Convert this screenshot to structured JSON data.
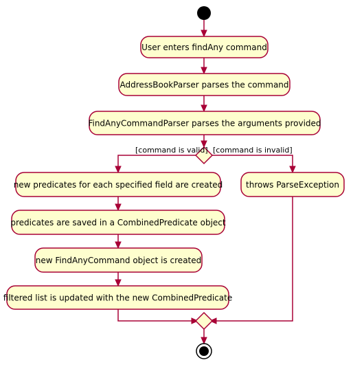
{
  "diagram": {
    "steps": {
      "s1": "User enters findAny command",
      "s2": "AddressBookParser parses the command",
      "s3": "FindAnyCommandParser parses the arguments provided",
      "s4": "new predicates for each specified field are created",
      "s5": "predicates are saved in a CombinedPredicate object",
      "s6": "new FindAnyCommand object is created",
      "s7": "filtered list is updated with the new CombinedPredicate",
      "s8": "throws ParseException"
    },
    "guards": {
      "valid": "[command is valid]",
      "invalid": "[command is invalid]"
    }
  }
}
